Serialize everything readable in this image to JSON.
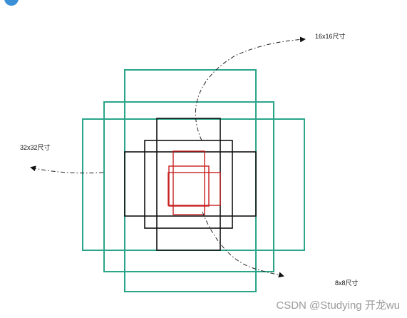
{
  "labels": {
    "size_16": "16x16尺寸",
    "size_32": "32x32尺寸",
    "size_8": "8x8尺寸"
  },
  "watermark": "CSDN @Studying 开龙wu",
  "colors": {
    "teal": "#2aa58a",
    "black": "#111111",
    "red": "#c81e1e",
    "accent": "#3b8fd6"
  }
}
